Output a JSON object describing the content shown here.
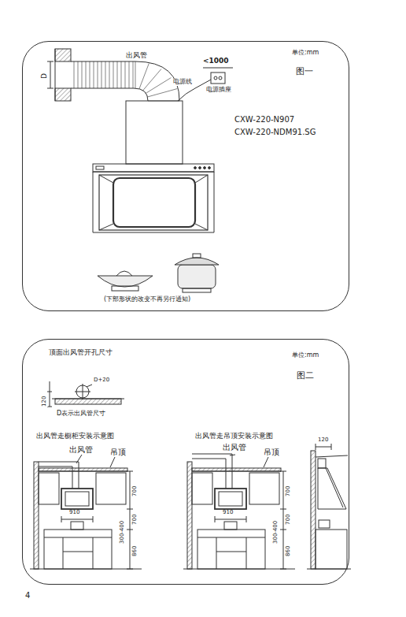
{
  "diagram": {
    "nodes": [
      {
        "text": [
          "单位:mm",
          "图一"
        ]
      },
      {
        "text": [
          "单位:mm",
          "图二"
        ]
      }
    ],
    "labels": [
      "出风管",
      "D",
      "<1000",
      "电源线",
      "电源插座",
      "CXW-220-N907",
      "CXW-220-NDM91.SG",
      "(下部形状的改变不再另行通知)",
      "顶面出风管开孔尺寸",
      "120",
      "D+20",
      "D表示出风管尺寸",
      "出风管走橱柜安装示意图",
      "出风管",
      "吊顶",
      "700",
      "910",
      "300-400",
      "700",
      "860",
      "出风管走吊顶安装示意图",
      "出风管",
      "吊顶",
      "700",
      "910",
      "300-400",
      "700",
      "860",
      "120",
      "4"
    ]
  }
}
